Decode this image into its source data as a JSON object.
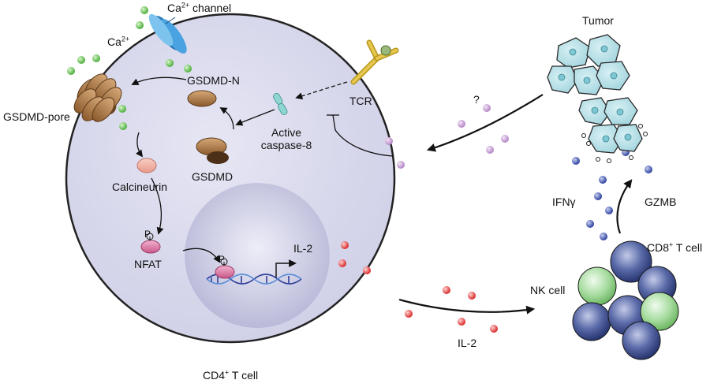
{
  "labels": {
    "ca_channel": "Ca",
    "ca_channel_sup": "2+",
    "ca_channel_rest": " channel",
    "ca_ion": "Ca",
    "ca_ion_sup": "2+",
    "gsdmd_pore": "GSDMD-pore",
    "gsdmd_n": "GSDMD-N",
    "tcr": "TCR",
    "active_caspase8_line1": "Active",
    "active_caspase8_line2": "caspase-8",
    "gsdmd": "GSDMD",
    "calcineurin": "Calcineurin",
    "nfat": "NFAT",
    "phospho_1": "P",
    "phospho_2": "P",
    "il2_gene": "IL-2",
    "cd4_cell_pre": "CD4",
    "cd4_cell_sup": "+",
    "cd4_cell_post": " T cell",
    "question_mark": "?",
    "tumor": "Tumor",
    "ifng": "IFNγ",
    "gzmb": "GZMB",
    "cd8_cell_pre": "CD8",
    "cd8_cell_sup": "+",
    "cd8_cell_post": " T cell",
    "nk_cell": "NK cell",
    "il2_secreted": "IL-2"
  },
  "colors": {
    "cell_fill": "#d9d9ee",
    "nucleus_fill": "#c3c3df",
    "calcium": "#69c24b",
    "il2_molecule": "#e03a3a",
    "tumor_signal": "#c79ad6",
    "cytotoxic_molecule": "#3f55b0",
    "tumor_cell": "#a9dbe3",
    "gsdmd": "#9b6a3a",
    "calcineurin": "#f0b0a0",
    "nfat": "#d66c9a",
    "cd8_cell": "#2b3e82",
    "nk_cell": "#8ccf84",
    "tcr": "#d8b840",
    "caspase8": "#6fc3bf",
    "ca_channel": "#3a8ccc"
  }
}
